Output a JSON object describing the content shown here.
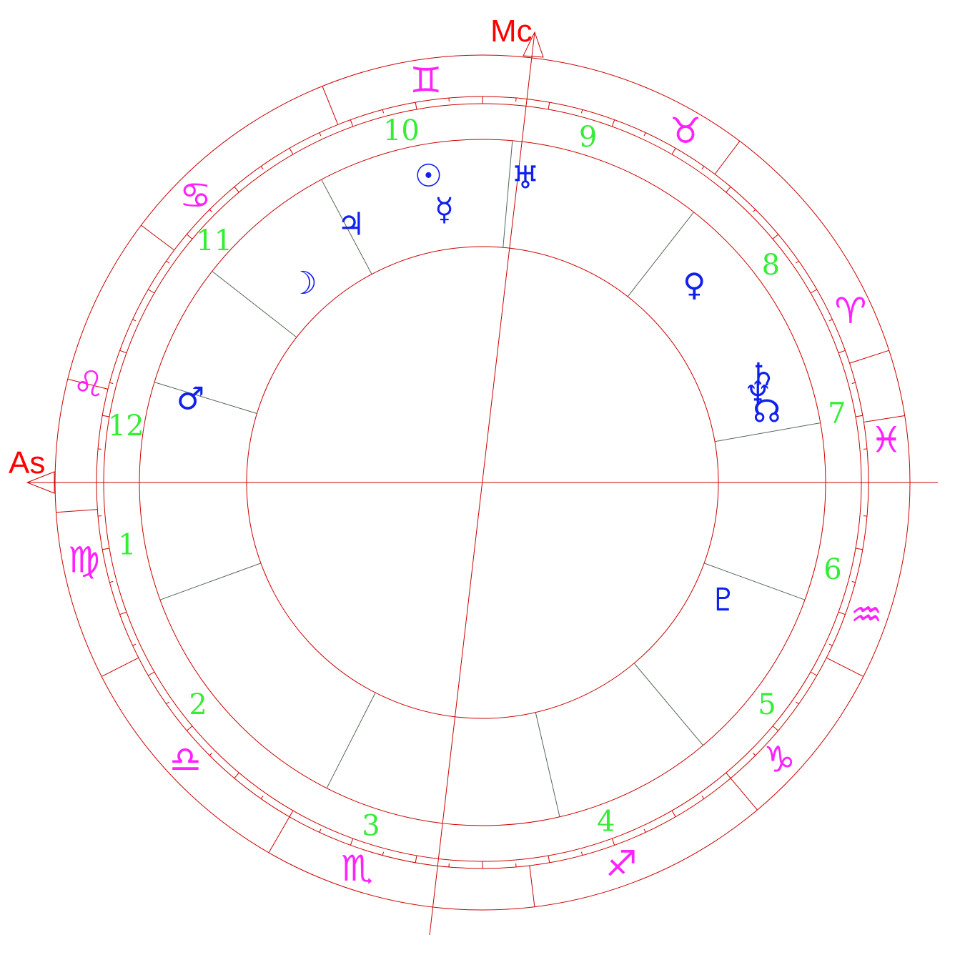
{
  "chart": {
    "axis_labels": {
      "ascendant": "As",
      "midheaven": "Mc"
    },
    "colors": {
      "wheel_lines": "#cc0000",
      "house_cusps": "#556655",
      "axis_labels": "#ff0000",
      "house_numbers": "#33ee33",
      "sign_glyphs": "#ff22ff",
      "planet_glyphs": "#1020ee"
    },
    "signs": [
      {
        "name": "aries",
        "glyph": "♈",
        "angle": 25
      },
      {
        "name": "taurus",
        "glyph": "♉",
        "angle": 60
      },
      {
        "name": "gemini",
        "glyph": "♊",
        "angle": 98
      },
      {
        "name": "cancer",
        "glyph": "♋",
        "angle": 135
      },
      {
        "name": "leo",
        "glyph": "♌",
        "angle": 166
      },
      {
        "name": "virgo",
        "glyph": "♍",
        "angle": 191
      },
      {
        "name": "libra",
        "glyph": "♎",
        "angle": 223
      },
      {
        "name": "scorpio",
        "glyph": "♏",
        "angle": 252
      },
      {
        "name": "sagittarius",
        "glyph": "♐",
        "angle": 290
      },
      {
        "name": "capricorn",
        "glyph": "♑",
        "angle": 317
      },
      {
        "name": "aquarius",
        "glyph": "♒",
        "angle": 341
      },
      {
        "name": "pisces",
        "glyph": "♓",
        "angle": 6
      }
    ],
    "sign_boundaries": [
      53,
      18,
      9,
      333,
      310,
      277,
      240,
      207,
      184,
      166,
      143,
      112
    ],
    "house_cusps": [
      180,
      163,
      142,
      118,
      85,
      52,
      10,
      340,
      310,
      283,
      243,
      200
    ],
    "house_numbers": [
      {
        "label": "1",
        "angle": 190
      },
      {
        "label": "2",
        "angle": 218
      },
      {
        "label": "3",
        "angle": 252
      },
      {
        "label": "4",
        "angle": 290
      },
      {
        "label": "5",
        "angle": 322
      },
      {
        "label": "6",
        "angle": 346
      },
      {
        "label": "7",
        "angle": 11
      },
      {
        "label": "8",
        "angle": 37
      },
      {
        "label": "9",
        "angle": 73
      },
      {
        "label": "10",
        "angle": 103
      },
      {
        "label": "11",
        "angle": 138
      },
      {
        "label": "12",
        "angle": 171
      }
    ],
    "planets": [
      {
        "name": "sun",
        "glyph": "☉",
        "angle": 100
      },
      {
        "name": "mercury",
        "glyph": "☿",
        "angle": 98
      },
      {
        "name": "uranus",
        "glyph": "♅",
        "angle": 82
      },
      {
        "name": "jupiter",
        "glyph": "♃",
        "angle": 117
      },
      {
        "name": "moon",
        "glyph": "☽",
        "angle": 132
      },
      {
        "name": "venus",
        "glyph": "♀",
        "angle": 43
      },
      {
        "name": "neptune",
        "glyph": "♆",
        "angle": 18
      },
      {
        "name": "saturn",
        "glyph": "♄",
        "angle": 21
      },
      {
        "name": "north-node",
        "glyph": "☊",
        "angle": 14
      },
      {
        "name": "mars",
        "glyph": "♂",
        "angle": 164
      },
      {
        "name": "pluto",
        "glyph": "♇",
        "angle": 334
      }
    ]
  }
}
